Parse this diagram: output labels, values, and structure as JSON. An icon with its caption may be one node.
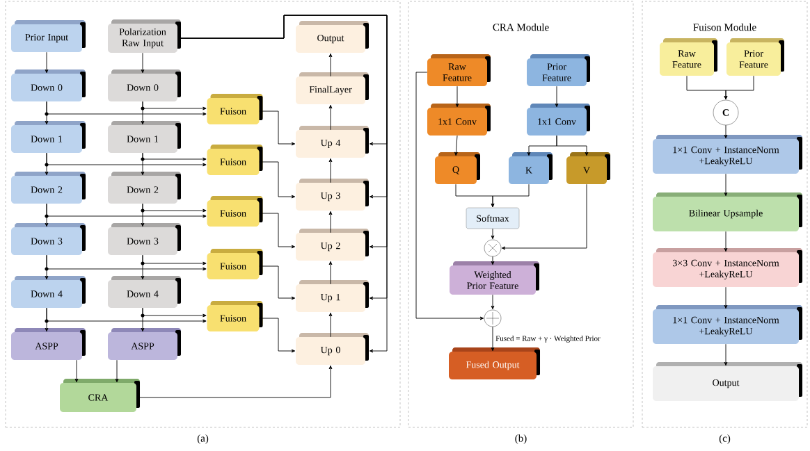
{
  "diagram": {
    "nodes": [
      {
        "text": [
          "(a)"
        ]
      },
      {
        "text": [
          "Prior Input"
        ],
        "in": 0
      },
      {
        "text": [
          "Down 0"
        ],
        "in": 0
      },
      {
        "text": [
          "Down 1"
        ],
        "in": 0
      },
      {
        "text": [
          "Down 2"
        ],
        "in": 0
      },
      {
        "text": [
          "Down 3"
        ],
        "in": 0
      },
      {
        "text": [
          "Down 4"
        ],
        "in": 0
      },
      {
        "text": [
          "ASPP"
        ],
        "in": 0
      },
      {
        "text": [
          "Polarization Raw Input"
        ],
        "in": 0
      },
      {
        "text": [
          "Down 0"
        ],
        "in": 0
      },
      {
        "text": [
          "Down 1"
        ],
        "in": 0
      },
      {
        "text": [
          "Down 2"
        ],
        "in": 0
      },
      {
        "text": [
          "Down 3"
        ],
        "in": 0
      },
      {
        "text": [
          "Down 4"
        ],
        "in": 0
      },
      {
        "text": [
          "ASPP"
        ],
        "in": 0
      },
      {
        "text": [
          "CRA"
        ],
        "in": 0
      },
      {
        "text": [
          "Fuison"
        ],
        "in": 0
      },
      {
        "text": [
          "Fuison"
        ],
        "in": 0
      },
      {
        "text": [
          "Fuison"
        ],
        "in": 0
      },
      {
        "text": [
          "Fuison"
        ],
        "in": 0
      },
      {
        "text": [
          "Fuison"
        ],
        "in": 0
      },
      {
        "text": [
          "Output"
        ],
        "in": 0
      },
      {
        "text": [
          "FinalLayer"
        ],
        "in": 0
      },
      {
        "text": [
          "Up 4"
        ],
        "in": 0
      },
      {
        "text": [
          "Up 3"
        ],
        "in": 0
      },
      {
        "text": [
          "Up 2"
        ],
        "in": 0
      },
      {
        "text": [
          "Up 1"
        ],
        "in": 0
      },
      {
        "text": [
          "Up 0"
        ],
        "in": 0
      },
      {
        "text": [
          "CRA Module",
          "(b)"
        ]
      },
      {
        "text": [
          "Raw Feature"
        ],
        "in": 28
      },
      {
        "text": [
          "Prior Feature"
        ],
        "in": 28
      },
      {
        "text": [
          "1x1 Conv"
        ],
        "in": 28
      },
      {
        "text": [
          "1x1 Conv"
        ],
        "in": 28
      },
      {
        "text": [
          "Q"
        ],
        "in": 28
      },
      {
        "text": [
          "K"
        ],
        "in": 28
      },
      {
        "text": [
          "V"
        ],
        "in": 28
      },
      {
        "text": [
          "Softmax"
        ],
        "in": 28
      },
      {
        "text": [],
        "shape": "circle",
        "in": 28
      },
      {
        "text": [
          "Weighted Prior Feature"
        ],
        "in": 28
      },
      {
        "text": [],
        "shape": "circle",
        "in": 28
      },
      {
        "text": [
          "Fused Output"
        ],
        "in": 28
      },
      {
        "text": [
          "Fuison Module",
          "(c)"
        ]
      },
      {
        "text": [
          "Raw Feature"
        ],
        "in": 41
      },
      {
        "text": [
          "Prior Feature"
        ],
        "in": 41
      },
      {
        "text": [
          "C"
        ],
        "in": 41
      },
      {
        "text": [
          "1×1 Conv + InstanceNorm +LeakyReLU"
        ],
        "in": 41
      },
      {
        "text": [
          "Bilinear Upsample"
        ],
        "in": 41
      },
      {
        "text": [
          "3×3 Conv + InstanceNorm +LeakyReLU"
        ],
        "in": 41
      },
      {
        "text": [
          "1×1 Conv + InstanceNorm +LeakyReLU"
        ],
        "in": 41
      },
      {
        "text": [
          "Output"
        ],
        "in": 41
      }
    ],
    "edges": [
      {
        "from": 1,
        "to": 2,
        "arrow": "to"
      },
      {
        "from": 2,
        "to": 3,
        "arrow": "to"
      },
      {
        "from": 3,
        "to": 4,
        "arrow": "to"
      },
      {
        "from": 4,
        "to": 5,
        "arrow": "to"
      },
      {
        "from": 5,
        "to": 6,
        "arrow": "to"
      },
      {
        "from": 6,
        "to": 7,
        "arrow": "to"
      },
      {
        "from": 8,
        "to": 9,
        "arrow": "to"
      },
      {
        "from": 9,
        "to": 10,
        "arrow": "to"
      },
      {
        "from": 10,
        "to": 11,
        "arrow": "to"
      },
      {
        "from": 11,
        "to": 12,
        "arrow": "to"
      },
      {
        "from": 12,
        "to": 13,
        "arrow": "to"
      },
      {
        "from": 13,
        "to": 14,
        "arrow": "to"
      },
      {
        "from": 7,
        "to": 15,
        "arrow": "to"
      },
      {
        "from": 14,
        "to": 15,
        "arrow": "to"
      },
      {
        "from": 15,
        "to": 27,
        "arrow": "to"
      },
      {
        "from": 2,
        "to": 16,
        "arrow": "to"
      },
      {
        "from": 9,
        "to": 16,
        "arrow": "to"
      },
      {
        "from": 3,
        "to": 17,
        "arrow": "to"
      },
      {
        "from": 10,
        "to": 17,
        "arrow": "to"
      },
      {
        "from": 4,
        "to": 18,
        "arrow": "to"
      },
      {
        "from": 11,
        "to": 18,
        "arrow": "to"
      },
      {
        "from": 5,
        "to": 19,
        "arrow": "to"
      },
      {
        "from": 12,
        "to": 19,
        "arrow": "to"
      },
      {
        "from": 6,
        "to": 20,
        "arrow": "to"
      },
      {
        "from": 13,
        "to": 20,
        "arrow": "to"
      },
      {
        "from": 16,
        "to": 23,
        "arrow": "to"
      },
      {
        "from": 17,
        "to": 24,
        "arrow": "to"
      },
      {
        "from": 18,
        "to": 25,
        "arrow": "to"
      },
      {
        "from": 19,
        "to": 26,
        "arrow": "to"
      },
      {
        "from": 20,
        "to": 27,
        "arrow": "to"
      },
      {
        "from": 27,
        "to": 26,
        "arrow": "to"
      },
      {
        "from": 26,
        "to": 25,
        "arrow": "to"
      },
      {
        "from": 25,
        "to": 24,
        "arrow": "to"
      },
      {
        "from": 24,
        "to": 23,
        "arrow": "to"
      },
      {
        "from": 23,
        "to": 22,
        "arrow": "to"
      },
      {
        "from": 22,
        "to": 21,
        "arrow": "to"
      },
      {
        "from": 8,
        "to": 23,
        "arrow": "to"
      },
      {
        "from": 8,
        "to": 24,
        "arrow": "to"
      },
      {
        "from": 8,
        "to": 25,
        "arrow": "to"
      },
      {
        "from": 8,
        "to": 26,
        "arrow": "to"
      },
      {
        "from": 8,
        "to": 27,
        "arrow": "to"
      },
      {
        "from": 29,
        "to": 31,
        "arrow": "to"
      },
      {
        "from": 31,
        "to": 33,
        "arrow": "to"
      },
      {
        "from": 30,
        "to": 32,
        "arrow": "to"
      },
      {
        "from": 32,
        "to": 34,
        "arrow": "to"
      },
      {
        "from": 32,
        "to": 35,
        "arrow": "to"
      },
      {
        "from": 33,
        "to": 36,
        "arrow": "to"
      },
      {
        "from": 34,
        "to": 36,
        "arrow": "to"
      },
      {
        "from": 36,
        "to": 37,
        "arrow": "to"
      },
      {
        "from": 35,
        "to": 37,
        "arrow": "to"
      },
      {
        "from": 37,
        "to": 38,
        "arrow": "to"
      },
      {
        "from": 38,
        "to": 39,
        "arrow": "to"
      },
      {
        "from": 29,
        "to": 39,
        "arrow": "to"
      },
      {
        "from": 39,
        "to": 40,
        "arrow": "to",
        "label": "Fused = Raw + γ · Weighted Prior"
      },
      {
        "from": 42,
        "to": 44,
        "arrow": "to"
      },
      {
        "from": 43,
        "to": 44,
        "arrow": "to"
      },
      {
        "from": 44,
        "to": 45,
        "arrow": "to"
      },
      {
        "from": 45,
        "to": 46,
        "arrow": "to"
      },
      {
        "from": 46,
        "to": 47,
        "arrow": "to"
      },
      {
        "from": 47,
        "to": 48,
        "arrow": "to"
      },
      {
        "from": 48,
        "to": 49,
        "arrow": "to"
      }
    ]
  }
}
